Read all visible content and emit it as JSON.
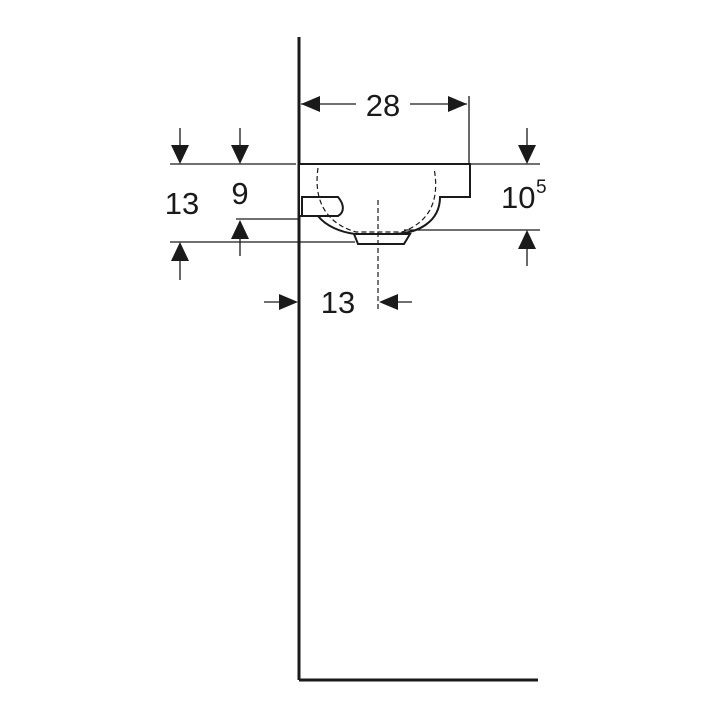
{
  "dimensions": {
    "width_top": {
      "value": "28"
    },
    "height_left_outer": {
      "value": "13"
    },
    "height_left_inner": {
      "value": "9"
    },
    "height_right": {
      "value": "10",
      "superscript": "5"
    },
    "drain_offset": {
      "value": "13"
    }
  },
  "colors": {
    "line": "#1a1a1a",
    "background": "#ffffff"
  }
}
